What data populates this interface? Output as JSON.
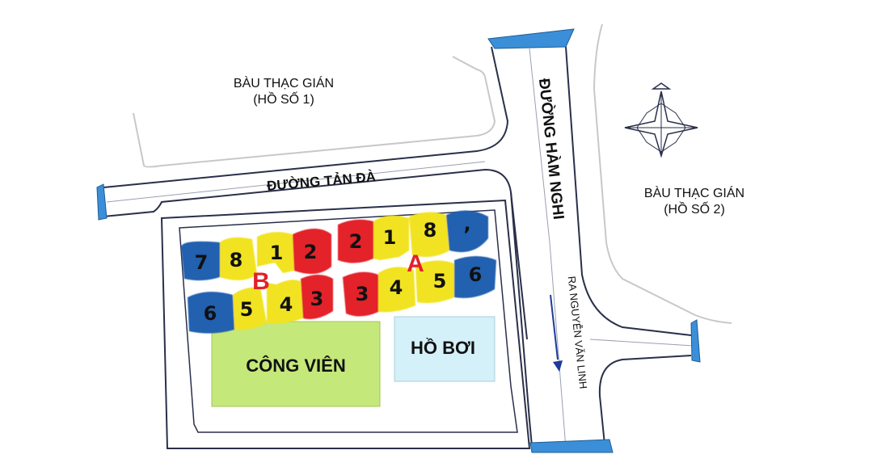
{
  "labels": {
    "bau_thac_gian_1_line1": "BÀU THẠC GIÁN",
    "bau_thac_gian_1_line2": "(HỒ SỐ 1)",
    "bau_thac_gian_2_line1": "BÀU THẠC GIÁN",
    "bau_thac_gian_2_line2": "(HỒ SỐ 2)",
    "duong_tan_da": "ĐƯỜNG TẢN ĐÀ",
    "duong_ham_nghi": "ĐƯỜNG HÀM NGHI",
    "ra_nguyen_van_linh": "RA NGUYỄN VĂN LINH",
    "cong_vien": "CÔNG VIÊN",
    "ho_boi": "HỒ BƠI",
    "block_a": "A",
    "block_b": "B"
  },
  "blocks": {
    "b_top": [
      "7",
      "8",
      "1",
      "2"
    ],
    "b_bottom": [
      "6",
      "5",
      "4",
      "3"
    ],
    "a_top": [
      "2",
      "1",
      "8",
      ","
    ],
    "a_bottom": [
      "3",
      "4",
      "5",
      "6"
    ]
  },
  "colors": {
    "blue_unit": "#2461b0",
    "yellow_unit": "#f2e324",
    "red_unit": "#e3202a",
    "park": "#c4e87a",
    "pool": "#d4f0f8",
    "road_outline": "#2a2f4a",
    "road_end": "#3a8fd8",
    "lake_outline": "#c8c8c8"
  }
}
